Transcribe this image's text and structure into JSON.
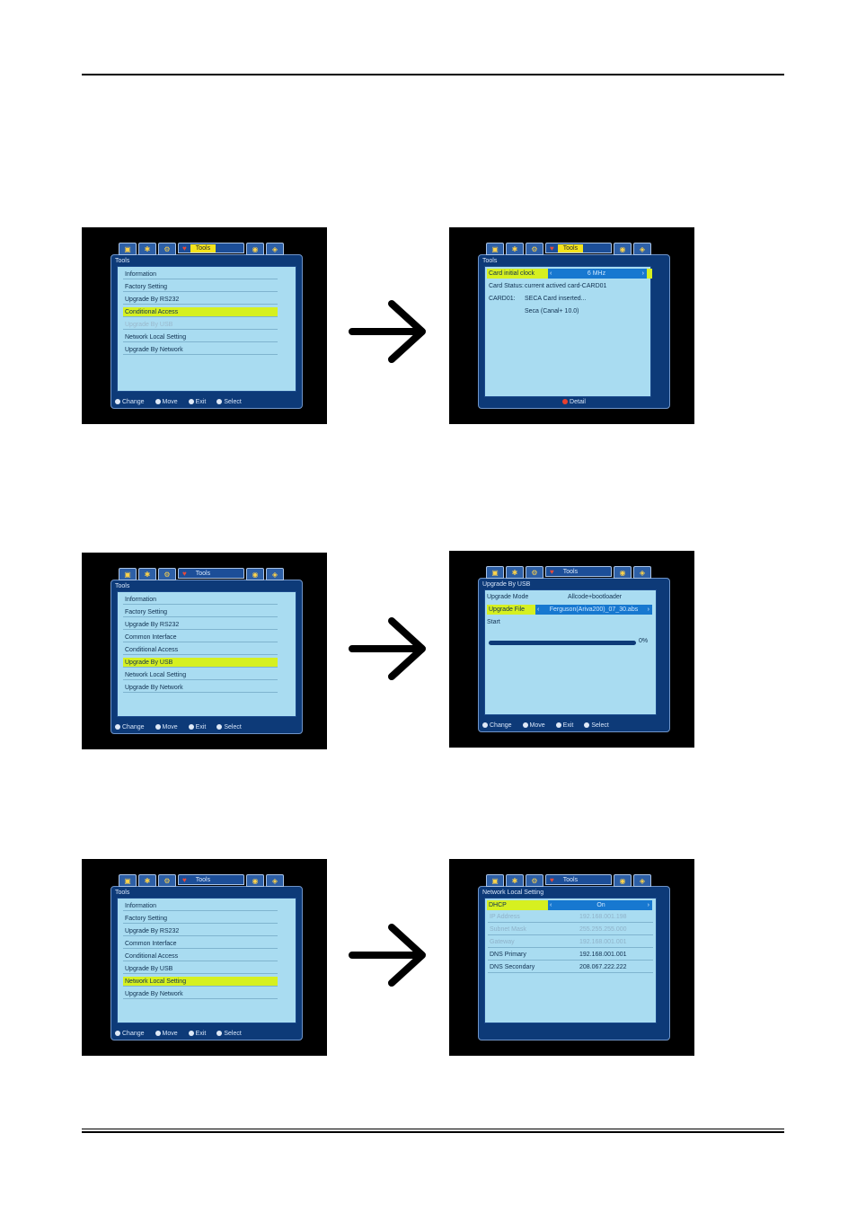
{
  "screens": {
    "s1": {
      "tab_label": "Tools",
      "title": "Tools",
      "items": [
        "Information",
        "Factory Setting",
        "Upgrade By RS232",
        "Conditional Access",
        "Upgrade By USB",
        "Network Local Setting",
        "Upgrade By Network"
      ],
      "highlighted_index": 3,
      "dim_index": 4,
      "footer": [
        "Change",
        "Move",
        "Exit",
        "Select"
      ]
    },
    "s2": {
      "tab_label": "Tools",
      "title": "Tools",
      "selected_label": "Card initial clock",
      "selected_value": "6 MHz",
      "card_status_label": "Card Status:",
      "card_status_value": "current actived card-CARD01",
      "card01_label": "CARD01:",
      "card01_value": "SECA Card inserted...",
      "seca_line": "Seca (Canal+ 10.0)",
      "footer": [
        "Detail"
      ]
    },
    "s3": {
      "tab_label": "Tools",
      "title": "Tools",
      "items": [
        "Information",
        "Factory Setting",
        "Upgrade By RS232",
        "Common Interface",
        "Conditional Access",
        "Upgrade By USB",
        "Network Local Setting",
        "Upgrade By Network"
      ],
      "highlighted_index": 5,
      "footer": [
        "Change",
        "Move",
        "Exit",
        "Select"
      ]
    },
    "s4": {
      "tab_label": "Tools",
      "title": "Upgrade By USB",
      "mode_label": "Upgrade Mode",
      "mode_value": "Allcode+bootloader",
      "file_label": "Upgrade File",
      "file_value": "Ferguson(Ariva200)_07_30.abs",
      "start_label": "Start",
      "progress_percent": 0,
      "progress_text": "0%",
      "footer": [
        "Change",
        "Move",
        "Exit",
        "Select"
      ]
    },
    "s5": {
      "tab_label": "Tools",
      "title": "Tools",
      "items": [
        "Information",
        "Factory Setting",
        "Upgrade By RS232",
        "Common Interface",
        "Conditional Access",
        "Upgrade By USB",
        "Network Local Setting",
        "Upgrade By Network"
      ],
      "highlighted_index": 6,
      "footer": [
        "Change",
        "Move",
        "Exit",
        "Select"
      ]
    },
    "s6": {
      "tab_label": "Tools",
      "title": "Network Local Setting",
      "dhcp_label": "DHCP",
      "dhcp_value": "On",
      "rows": [
        {
          "k": "IP Address",
          "v": "192.168.001.198",
          "dim": true
        },
        {
          "k": "Subnet Mask",
          "v": "255.255.255.000",
          "dim": true
        },
        {
          "k": "Gateway",
          "v": "192.168.001.001",
          "dim": true
        },
        {
          "k": "DNS Primary",
          "v": "192.168.001.001",
          "dim": false
        },
        {
          "k": "DNS Secondary",
          "v": "208.067.222.222",
          "dim": false
        }
      ]
    }
  },
  "colors": {
    "frame": "#0d3a78",
    "panel": "#a9dcf1",
    "highlight": "#d6f020",
    "selector": "#1778d0"
  }
}
